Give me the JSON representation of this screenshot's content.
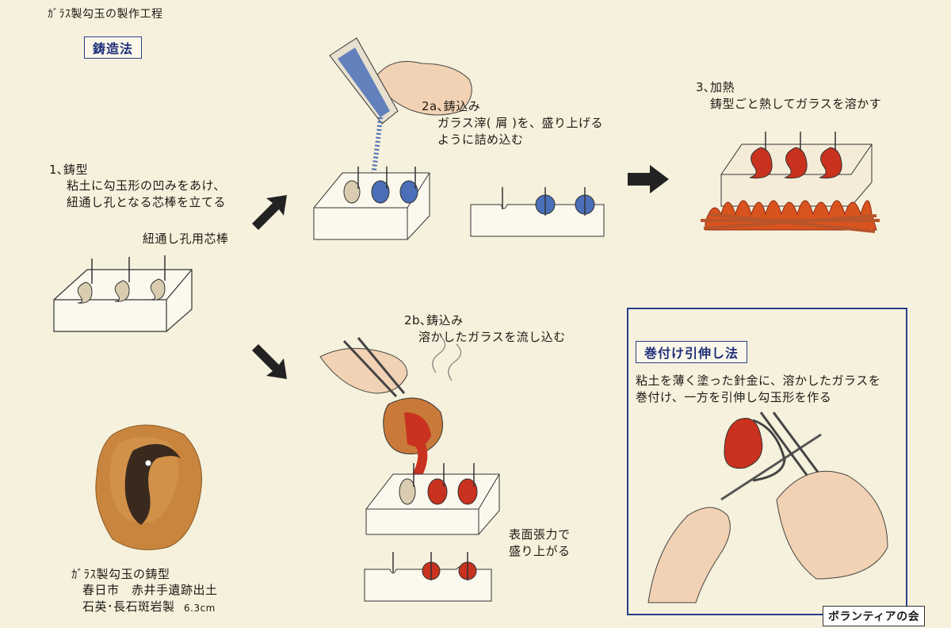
{
  "header": {
    "title": "ｶﾞﾗｽ製勾玉の製作工程",
    "method1": "鋳造法"
  },
  "steps": {
    "step1": {
      "label": "1､鋳型",
      "desc": "粘土に勾玉形の凹みをあけ、\n紐通し孔となる芯棒を立てる",
      "pin_label": "紐通し孔用芯棒"
    },
    "step2a": {
      "label": "2a､鋳込み",
      "desc": "ガラス滓( 屑 )を、盛り上げる\nように詰め込む"
    },
    "step3": {
      "label": "3､加熱",
      "desc": "鋳型ごと熱してガラスを溶かす"
    },
    "step2b": {
      "label": "2b､鋳込み",
      "desc": "溶かしたガラスを流し込む",
      "tension_label": "表面張力で\n盛り上がる"
    }
  },
  "artifact": {
    "name": "ｶﾞﾗｽ製勾玉の鋳型",
    "origin": "春日市　赤井手遺跡出土",
    "material": "石英･長石斑岩製",
    "size": "6.3cm"
  },
  "method2": {
    "title": "巻付け引伸し法",
    "desc": "粘土を薄く塗った針金に、溶かしたガラスを\n巻付け、一方を引伸し勾玉形を作る"
  },
  "credit": "ボランティアの会",
  "colors": {
    "background": "#f6f1dc",
    "frame": "#2a3f8a",
    "glass_red": "#c8321e",
    "glass_blue": "#4a6fb8",
    "arrow": "#222222"
  }
}
